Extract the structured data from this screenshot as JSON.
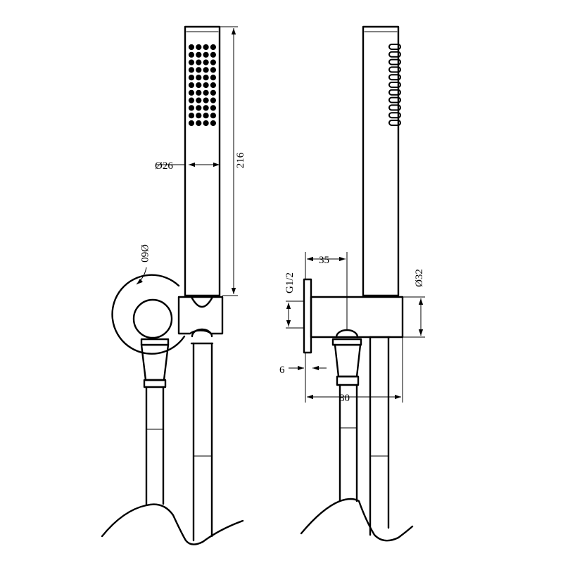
{
  "dimensions": {
    "handpiece_diameter": "Ø26",
    "handpiece_length": "216",
    "wall_bracket_diameter": "Ø60",
    "thread_size": "G1/2",
    "outlet_offset": "35",
    "elbow_diameter": "Ø32",
    "flange_thickness": "6",
    "overall_depth": "80"
  },
  "nozzle_grid": {
    "rows": 11,
    "cols": 4
  },
  "side_nozzle_count": 11
}
